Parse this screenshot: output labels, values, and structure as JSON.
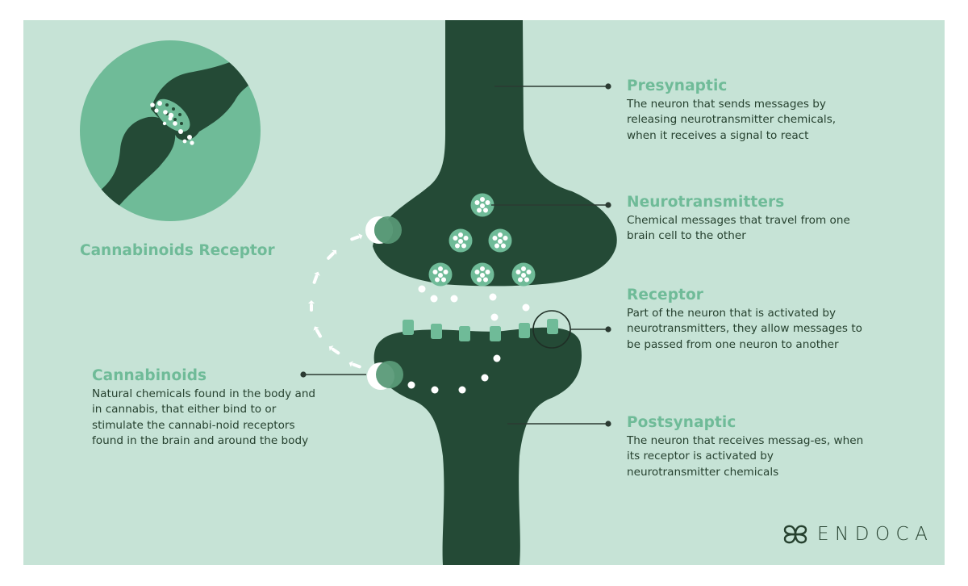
{
  "colors": {
    "background": "#c6e3d6",
    "neuron": "#244a36",
    "accent": "#6fbb98",
    "text": "#26412f",
    "white": "#ffffff"
  },
  "inset": {
    "title": "Cannabinoids Receptor"
  },
  "labels": {
    "presynaptic": {
      "title": "Presynaptic",
      "description": "The neuron that sends messages by releasing neurotransmitter chemicals, when it receives a signal to react"
    },
    "neurotransmitters": {
      "title": "Neurotransmitters",
      "description": "Chemical messages that travel from one brain cell to the other"
    },
    "receptor": {
      "title": "Receptor",
      "description": "Part of the neuron that is activated by neurotransmitters, they allow messages to be passed from one neuron to another"
    },
    "postsynaptic": {
      "title": "Postsynaptic",
      "description": "The neuron that receives messag-es, when its receptor is activated by neurotransmitter chemicals"
    },
    "cannabinoids": {
      "title": "Cannabinoids",
      "description": "Natural chemicals found in the body and in cannabis, that either bind to or stimulate the cannabi-noid receptors found in the brain and around the body"
    }
  },
  "brand": {
    "name": "ENDOCA",
    "icon": "endoca-logo-icon"
  },
  "diagram": {
    "vesicle_count": 6,
    "receptor_count": 6,
    "icons": [
      "neuron-presynaptic",
      "neuron-postsynaptic",
      "vesicle",
      "receptor",
      "cannabinoid-circle",
      "arrow"
    ]
  }
}
